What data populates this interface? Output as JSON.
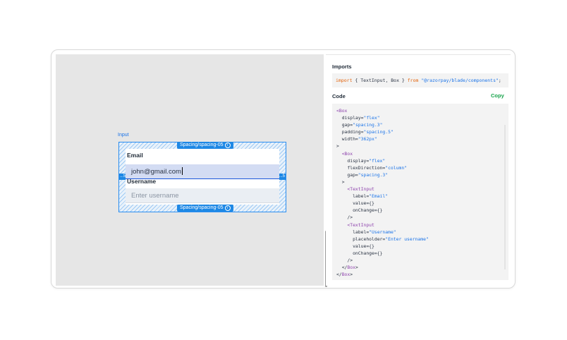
{
  "canvas": {
    "selection_label": "Input",
    "spacing_tag_top": "Spacing/spacing-05",
    "spacing_tag_bottom": "Spacing/spacing-05",
    "info_glyph": "i",
    "side_left": "...5",
    "side_right": "...5",
    "fields": [
      {
        "label": "Email",
        "value": "john@gmail.com",
        "placeholder": ""
      },
      {
        "label": "Username",
        "value": "",
        "placeholder": "Enter username"
      }
    ]
  },
  "panel": {
    "imports_title": "Imports",
    "imports_code": {
      "kw_import": "import",
      "names": " { TextInput, Box } ",
      "kw_from": "from",
      "path": " \"@razorpay/blade/components\"",
      "end": ";"
    },
    "code_title": "Code",
    "copy_label": "Copy",
    "code_lines": [
      [
        {
          "t": "<",
          "c": "tag"
        },
        {
          "t": "Box",
          "c": "tag"
        }
      ],
      [
        {
          "t": "  display=",
          "c": "plain"
        },
        {
          "t": "\"flex\"",
          "c": "str"
        }
      ],
      [
        {
          "t": "  gap=",
          "c": "plain"
        },
        {
          "t": "\"spacing.3\"",
          "c": "str"
        }
      ],
      [
        {
          "t": "  padding=",
          "c": "plain"
        },
        {
          "t": "\"spacing.5\"",
          "c": "str"
        }
      ],
      [
        {
          "t": "  width=",
          "c": "plain"
        },
        {
          "t": "\"362px\"",
          "c": "str"
        }
      ],
      [
        {
          "t": ">",
          "c": "plain"
        }
      ],
      [
        {
          "t": "  <Box",
          "c": "tag"
        }
      ],
      [
        {
          "t": "    display=",
          "c": "plain"
        },
        {
          "t": "\"flex\"",
          "c": "str"
        }
      ],
      [
        {
          "t": "    flexDirection=",
          "c": "plain"
        },
        {
          "t": "\"column\"",
          "c": "str"
        }
      ],
      [
        {
          "t": "    gap=",
          "c": "plain"
        },
        {
          "t": "\"spacing.3\"",
          "c": "str"
        }
      ],
      [
        {
          "t": "  >",
          "c": "plain"
        }
      ],
      [
        {
          "t": "    <TextInput",
          "c": "tag"
        }
      ],
      [
        {
          "t": "      label=",
          "c": "plain"
        },
        {
          "t": "\"Email\"",
          "c": "str"
        }
      ],
      [
        {
          "t": "      value={}",
          "c": "plain"
        }
      ],
      [
        {
          "t": "      onChange={}",
          "c": "plain"
        }
      ],
      [
        {
          "t": "    />",
          "c": "plain"
        }
      ],
      [
        {
          "t": "    <TextInput",
          "c": "tag"
        }
      ],
      [
        {
          "t": "      label=",
          "c": "plain"
        },
        {
          "t": "\"Username\"",
          "c": "str"
        }
      ],
      [
        {
          "t": "      placeholder=",
          "c": "plain"
        },
        {
          "t": "\"Enter username\"",
          "c": "str"
        }
      ],
      [
        {
          "t": "      value={}",
          "c": "plain"
        }
      ],
      [
        {
          "t": "      onChange={}",
          "c": "plain"
        }
      ],
      [
        {
          "t": "    />",
          "c": "plain"
        }
      ],
      [
        {
          "t": "  </",
          "c": "plain"
        },
        {
          "t": "Box",
          "c": "tag"
        },
        {
          "t": ">",
          "c": "plain"
        }
      ],
      [
        {
          "t": "</",
          "c": "plain"
        },
        {
          "t": "Box",
          "c": "tag"
        },
        {
          "t": ">",
          "c": "plain"
        }
      ]
    ]
  }
}
